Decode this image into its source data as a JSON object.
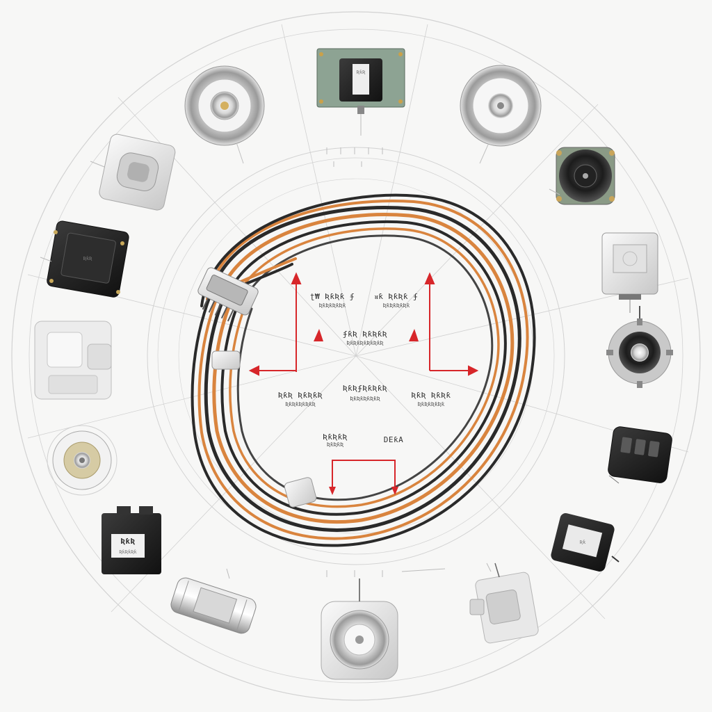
{
  "diagram": {
    "center_labels": [
      {
        "id": "upper-left-label",
        "text": "ʈ₩ ƦƙƦƙ ʄ"
      },
      {
        "id": "upper-right-label",
        "text": "ᴚƙ ƦƙƦƙ ʄ"
      },
      {
        "id": "middle-label",
        "text": "ʄƙƦ ƦƙƦƙƦ"
      },
      {
        "id": "lower-left-label",
        "text": "ƦƙƦ ƦƙƦƙƦ"
      },
      {
        "id": "lower-middle-label",
        "text": "ƦƙƦʄƦƙƦƙƦ"
      },
      {
        "id": "lower-right-label",
        "text": "ƦƙƦ ƦƙƦƙ"
      },
      {
        "id": "bottom-left-label",
        "text": "ƦƙƦƙƦ"
      },
      {
        "id": "bottom-right-label",
        "text": "DEƙA"
      }
    ],
    "component_tags": [
      {
        "id": "relay-tag-top",
        "text": "ƦƙƦ"
      },
      {
        "id": "module-tag-left",
        "text": "ƦƙƦ"
      },
      {
        "id": "box-tag-lower-left",
        "text": "ƦƙƦ"
      },
      {
        "id": "relay-tag-bottom-right",
        "text": "Ʀƙ"
      }
    ],
    "colors": {
      "wire_orange": "#d9843e",
      "wire_black": "#2a2a2a",
      "arrow_red": "#d7262a",
      "guide_line": "#c9c9c9"
    }
  }
}
